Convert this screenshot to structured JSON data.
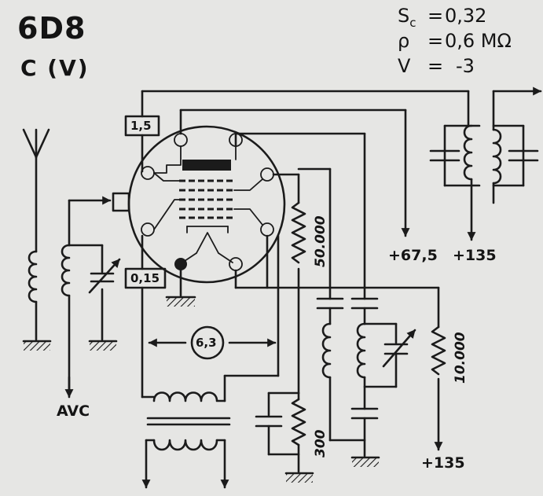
{
  "title": "6D8",
  "tube_class": "C (V)",
  "parameters": [
    {
      "symbol": "S",
      "subscript": "c",
      "eq": "=",
      "value": "0,32"
    },
    {
      "symbol": "ρ",
      "subscript": "",
      "eq": "=",
      "value": "0,6 MΩ"
    },
    {
      "symbol": "V",
      "subscript": "",
      "eq": "=",
      "value": "-3"
    }
  ],
  "labels": {
    "r_top_grid": "1,5",
    "r_bottom_grid": "0,15",
    "heater_voltage": "6,3",
    "plate_voltage": "+67,5",
    "plate_voltage_2": "+135",
    "supply_bottom": "+135",
    "avc": "AVC",
    "r_50000": "50.000",
    "r_10000": "10.000",
    "r_300": "300"
  },
  "colors": {
    "ink": "#1b1b1b",
    "paper": "#e6e6e4"
  }
}
